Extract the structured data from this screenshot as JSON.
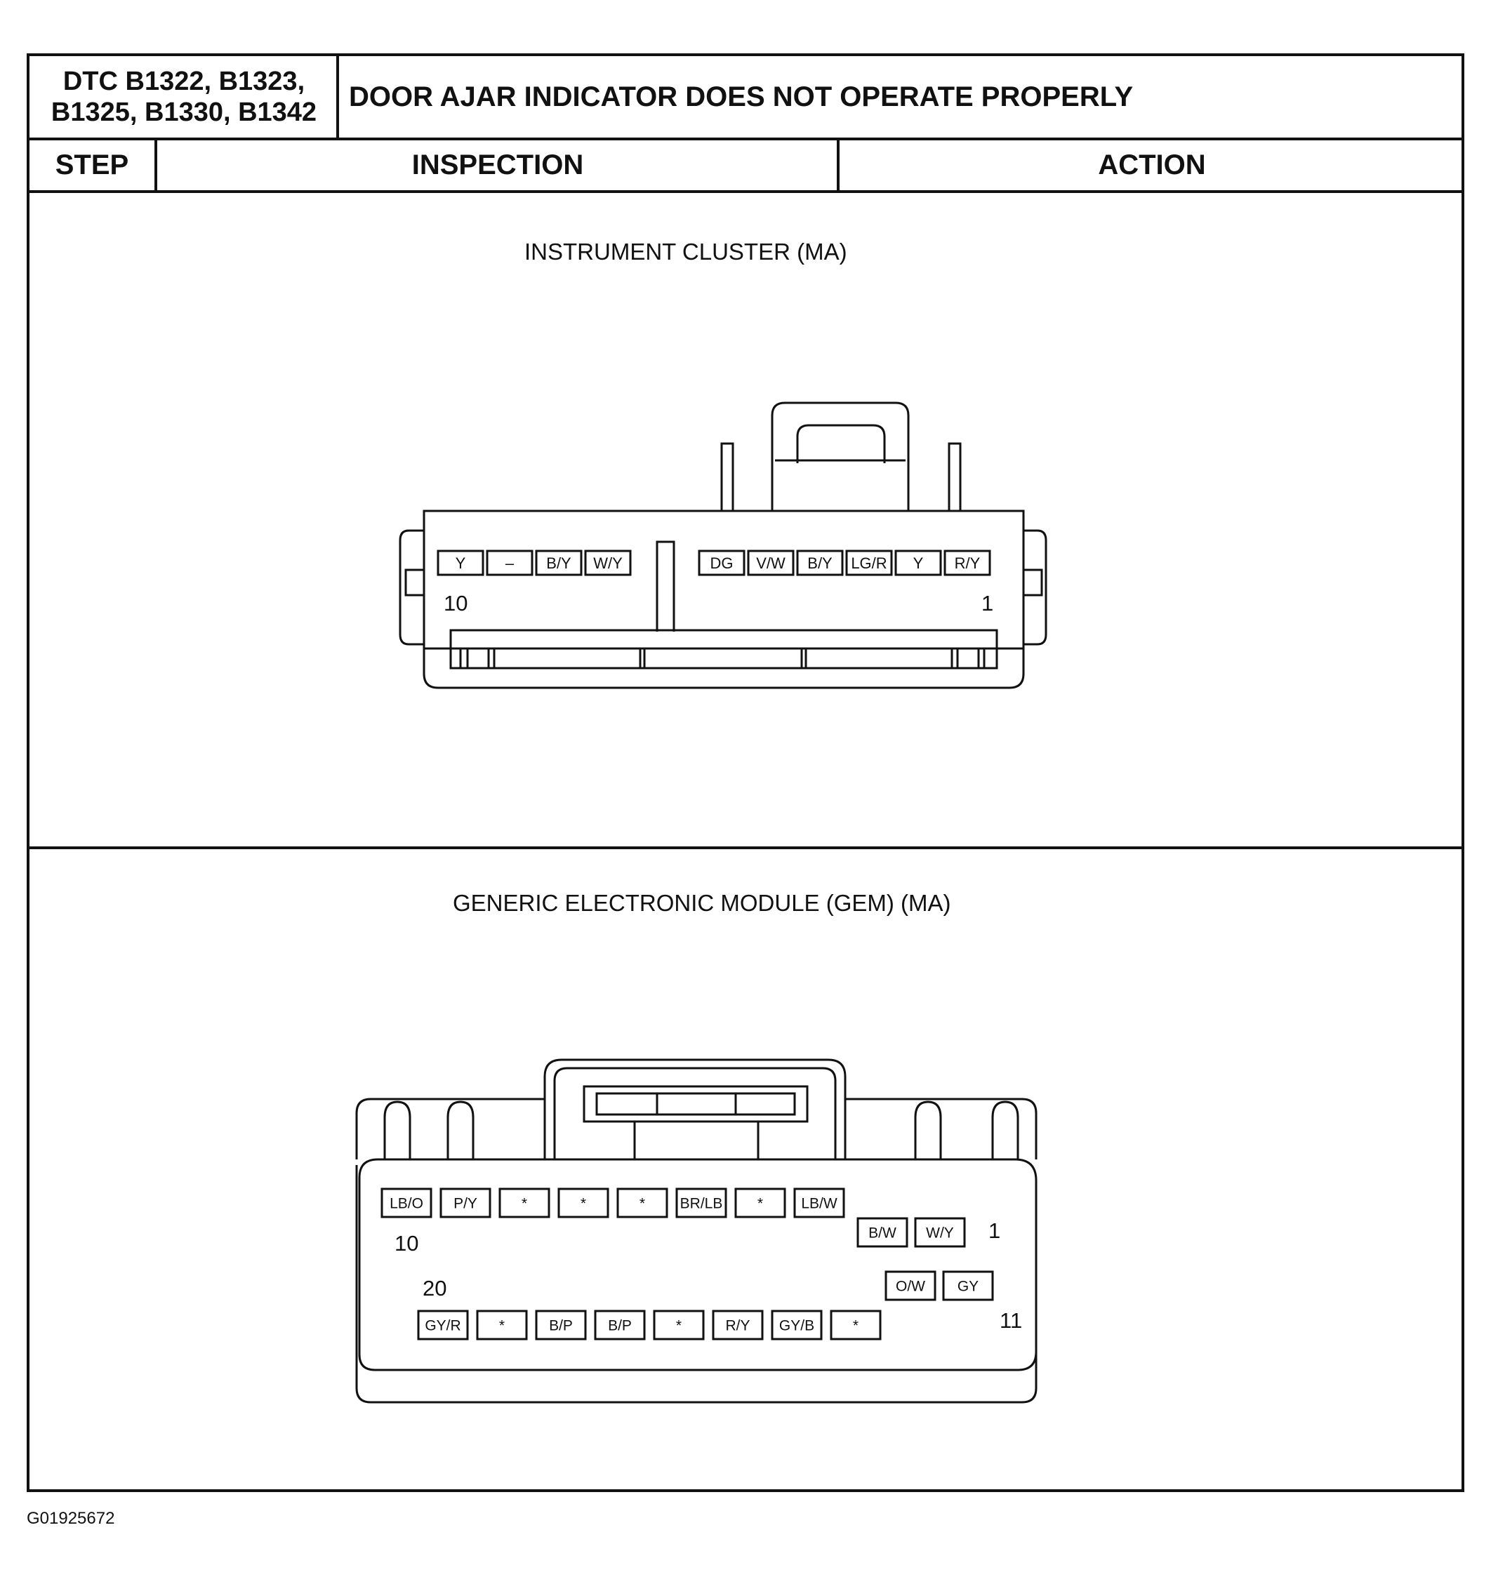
{
  "header": {
    "dtc_line1": "DTC B1322, B1323,",
    "dtc_line2": "B1325, B1330, B1342",
    "title": "DOOR AJAR INDICATOR DOES NOT OPERATE PROPERLY"
  },
  "columns": {
    "step": "STEP",
    "inspection": "INSPECTION",
    "action": "ACTION"
  },
  "instrument_cluster": {
    "caption": "INSTRUMENT CLUSTER (MA)",
    "pins_left": [
      "Y",
      "–",
      "B/Y",
      "W/Y"
    ],
    "pins_right": [
      "DG",
      "V/W",
      "B/Y",
      "LG/R",
      "Y",
      "R/Y"
    ],
    "label_10": "10",
    "label_1": "1"
  },
  "gem": {
    "caption": "GENERIC ELECTRONIC MODULE (GEM) (MA)",
    "top_row": [
      "LB/O",
      "P/Y",
      "*",
      "*",
      "*",
      "BR/LB",
      "*",
      "LB/W"
    ],
    "mid_row": [
      "B/W",
      "W/Y"
    ],
    "mid_row_lower": [
      "O/W",
      "GY"
    ],
    "bottom_row": [
      "GY/R",
      "*",
      "B/P",
      "B/P",
      "*",
      "R/Y",
      "GY/B",
      "*"
    ],
    "label_10": "10",
    "label_1": "1",
    "label_20": "20",
    "label_11": "11"
  },
  "footer": {
    "code": "G01925672"
  }
}
